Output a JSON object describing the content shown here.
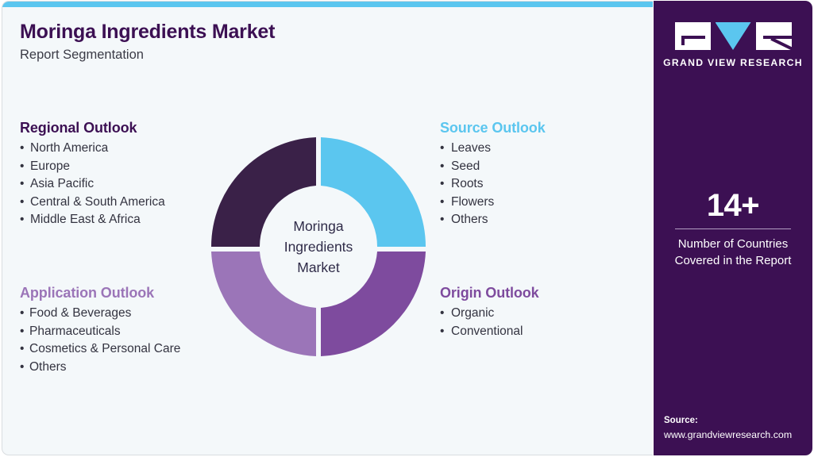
{
  "header": {
    "title": "Moringa Ingredients Market",
    "subtitle": "Report Segmentation"
  },
  "colors": {
    "accent_blue": "#5bc6ef",
    "panel_purple": "#3c1053",
    "segment_blue": "#5bc6ef",
    "segment_dark_purple": "#3a2148",
    "segment_mid_purple": "#7e4b9e",
    "segment_light_purple": "#9b75b8",
    "page_background": "#f4f8fa"
  },
  "donut": {
    "center_lines": [
      "Moringa",
      "Ingredients",
      "Market"
    ],
    "segments": [
      {
        "name": "Source Outlook",
        "position": "top-right",
        "color": "#5bc6ef",
        "share": 25
      },
      {
        "name": "Origin Outlook",
        "position": "bottom-right",
        "color": "#7e4b9e",
        "share": 25
      },
      {
        "name": "Application Outlook",
        "position": "bottom-left",
        "color": "#9b75b8",
        "share": 25
      },
      {
        "name": "Regional Outlook",
        "position": "top-left",
        "color": "#3a2148",
        "share": 25
      }
    ]
  },
  "outlooks": {
    "regional": {
      "heading": "Regional Outlook",
      "items": [
        "North America",
        "Europe",
        "Asia Pacific",
        "Central & South America",
        "Middle East & Africa"
      ]
    },
    "application": {
      "heading": "Application Outlook",
      "items": [
        "Food & Beverages",
        "Pharmaceuticals",
        "Cosmetics & Personal Care",
        "Others"
      ]
    },
    "source": {
      "heading": "Source Outlook",
      "items": [
        "Leaves",
        "Seed",
        "Roots",
        "Flowers",
        "Others"
      ]
    },
    "origin": {
      "heading": "Origin Outlook",
      "items": [
        "Organic",
        "Conventional"
      ]
    }
  },
  "sidebar": {
    "logo": {
      "wordmark": "GRAND VIEW RESEARCH",
      "marks": [
        "logo-letter-g",
        "logo-letter-v",
        "logo-letter-r"
      ]
    },
    "stat": {
      "value": "14+",
      "label_line1": "Number of Countries",
      "label_line2": "Covered in the Report"
    },
    "source": {
      "title": "Source:",
      "url": "www.grandviewresearch.com"
    }
  },
  "chart_data": {
    "type": "pie",
    "title": "Moringa Ingredients Market",
    "subtitle": "Report Segmentation",
    "categories": [
      "Source Outlook",
      "Origin Outlook",
      "Application Outlook",
      "Regional Outlook"
    ],
    "values": [
      25,
      25,
      25,
      25
    ],
    "colors": [
      "#5bc6ef",
      "#7e4b9e",
      "#9b75b8",
      "#3a2148"
    ],
    "center_label": "Moringa Ingredients Market",
    "legend_position": "around",
    "grid": false
  }
}
